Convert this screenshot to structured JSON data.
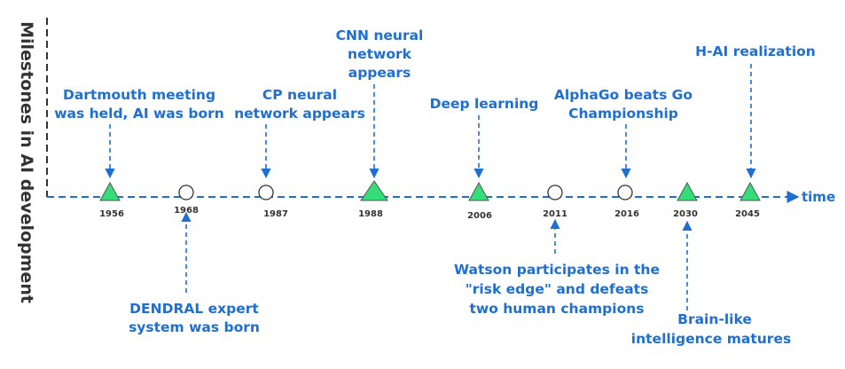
{
  "y_axis_label": "Milestones in AI development",
  "axis_label": "time",
  "colors": {
    "accent": "#1f6fd1",
    "triangle_fill": "#33dd77",
    "axis_line": "#333333"
  },
  "milestones": [
    {
      "year": "1956",
      "marker": "triangle",
      "event": [
        "Dartmouth meeting",
        "was held, AI was born"
      ],
      "side": "above"
    },
    {
      "year": "1968",
      "marker": "circle",
      "event": [
        "DENDRAL expert",
        "system was born"
      ],
      "side": "below"
    },
    {
      "year": "1987",
      "marker": "circle",
      "event": [
        "CP neural",
        "network appears"
      ],
      "side": "above"
    },
    {
      "year": "1988",
      "marker": "triangle",
      "event": [
        "CNN neural",
        "network",
        "appears"
      ],
      "side": "above"
    },
    {
      "year": "2006",
      "marker": "triangle",
      "event": [
        "Deep learning"
      ],
      "side": "above"
    },
    {
      "year": "2011",
      "marker": "circle",
      "event": [
        "Watson participates in the",
        "\"risk edge\" and defeats",
        "two human champions"
      ],
      "side": "below"
    },
    {
      "year": "2016",
      "marker": "circle",
      "event": [
        "AlphaGo beats Go",
        "Championship"
      ],
      "side": "above"
    },
    {
      "year": "2030",
      "marker": "triangle",
      "event": [
        "Brain-like",
        "intelligence matures"
      ],
      "side": "below"
    },
    {
      "year": "2045",
      "marker": "triangle",
      "event": [
        "H-AI realization"
      ],
      "side": "above"
    }
  ]
}
